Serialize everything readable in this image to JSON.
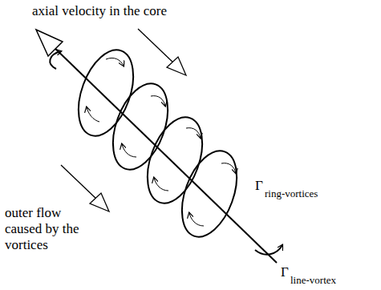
{
  "diagram": {
    "labels": [
      "axial velocity in the core",
      "outer flow caused by the vortices",
      "Γ",
      "ring-vortices",
      "Γ",
      "line-vortex"
    ]
  }
}
